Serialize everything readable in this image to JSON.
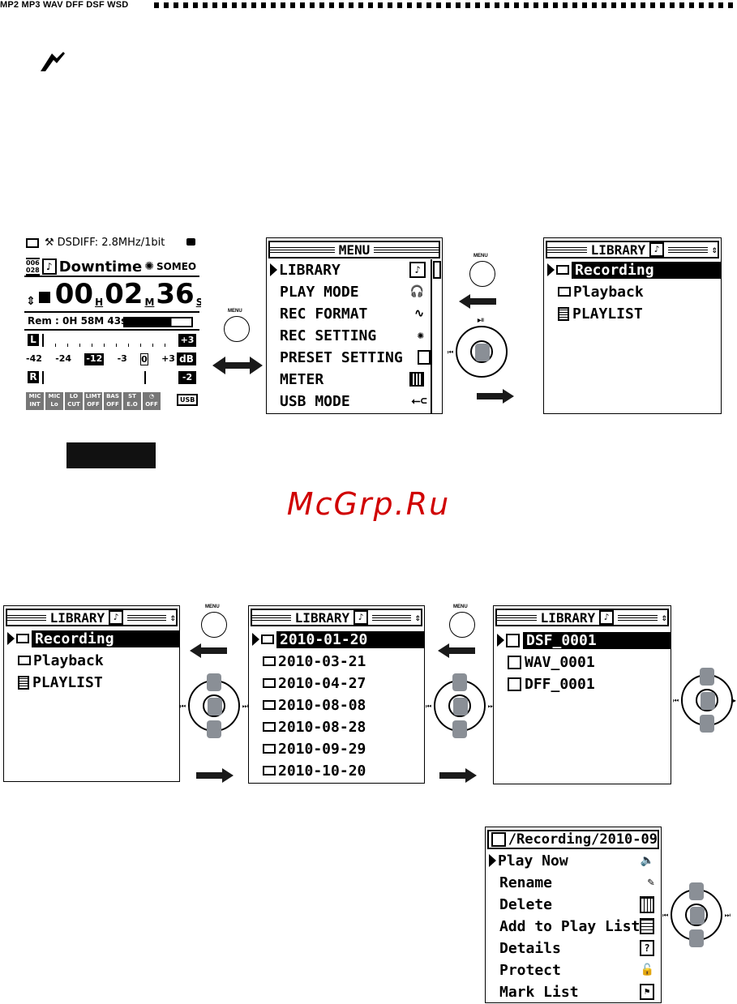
{
  "header": {
    "title": "MP2 MP3 WAV DFF DSF WSD"
  },
  "watermark": "McGrp.Ru",
  "icons": {
    "caution": "caution-hand-icon",
    "folder": "folder-icon",
    "playlist": "playlist-icon",
    "note": "music-note-icon"
  },
  "menu_button_label": "MENU",
  "status_screen": {
    "format": "DSDIFF: 2.8MHz/1bit",
    "track_no_top": "006",
    "track_no_bottom": "028",
    "track_title": "Downtime",
    "artist": "SOMEO",
    "time_h": "00",
    "time_m": "02",
    "time_s": "36",
    "unit_h": "H",
    "unit_m": "M",
    "unit_s": "S",
    "remaining": "Rem : 0H 58M 43s",
    "ch_left": "L",
    "ch_right": "R",
    "scale": [
      "-42",
      "-24",
      "-12",
      "-3",
      "0",
      "+3"
    ],
    "level_top": "+3",
    "level_unit": "dB",
    "level_bottom": "-2",
    "buttons": [
      {
        "top": "MIC",
        "bottom": "INT"
      },
      {
        "top": "MIC",
        "bottom": "Lo"
      },
      {
        "top": "LO",
        "bottom": "CUT"
      },
      {
        "top": "LIMT",
        "bottom": "OFF"
      },
      {
        "top": "BAS",
        "bottom": "OFF"
      },
      {
        "top": "ST",
        "bottom": "E.O"
      },
      {
        "top": "◔",
        "bottom": "OFF"
      }
    ],
    "power_label": "USB"
  },
  "menu_screen": {
    "title": "MENU",
    "items": [
      "LIBRARY",
      "PLAY MODE",
      "REC FORMAT",
      "REC SETTING",
      "PRESET SETTING",
      "METER",
      "USB MODE"
    ]
  },
  "library_top": {
    "title": "LIBRARY",
    "items": [
      "Recording",
      "Playback",
      "PLAYLIST"
    ]
  },
  "library_1": {
    "title": "LIBRARY",
    "items": [
      "Recording",
      "Playback",
      "PLAYLIST"
    ]
  },
  "library_2": {
    "title": "LIBRARY",
    "items": [
      "2010-01-20",
      "2010-03-21",
      "2010-04-27",
      "2010-08-08",
      "2010-08-28",
      "2010-09-29",
      "2010-10-20"
    ]
  },
  "library_3": {
    "title": "LIBRARY",
    "items": [
      "DSF_0001",
      "WAV_0001",
      "DFF_0001"
    ]
  },
  "options_screen": {
    "path": "/Recording/2010-09",
    "items": [
      "Play Now",
      "Rename",
      "Delete",
      "Add to Play List",
      "Details",
      "Protect",
      "Mark List"
    ]
  }
}
